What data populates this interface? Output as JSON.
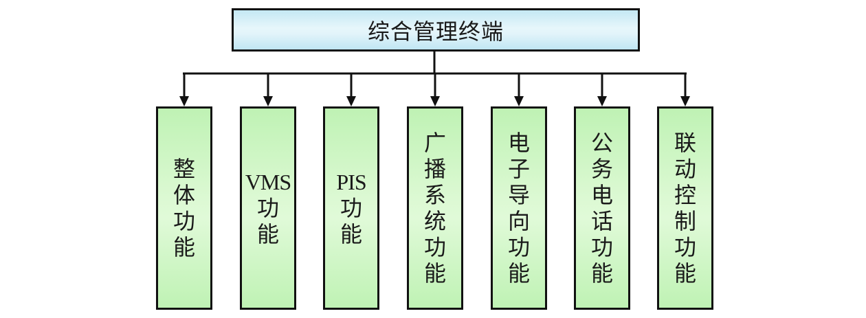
{
  "diagram": {
    "root": {
      "label": "综合管理终端"
    },
    "children": [
      {
        "id": "overall",
        "latin": "",
        "chars": [
          "整",
          "体",
          "功",
          "能"
        ]
      },
      {
        "id": "vms",
        "latin": "VMS",
        "chars": [
          "功",
          "能"
        ]
      },
      {
        "id": "pis",
        "latin": "PIS",
        "chars": [
          "功",
          "能"
        ]
      },
      {
        "id": "broadcast",
        "latin": "",
        "chars": [
          "广",
          "播",
          "系",
          "统",
          "功",
          "能"
        ]
      },
      {
        "id": "e-guide",
        "latin": "",
        "chars": [
          "电",
          "子",
          "导",
          "向",
          "功",
          "能"
        ]
      },
      {
        "id": "office-phone",
        "latin": "",
        "chars": [
          "公",
          "务",
          "电",
          "话",
          "功",
          "能"
        ]
      },
      {
        "id": "linkage-control",
        "latin": "",
        "chars": [
          "联",
          "动",
          "控",
          "制",
          "功",
          "能"
        ]
      }
    ],
    "edges": [
      {
        "from": "root",
        "to": "overall"
      },
      {
        "from": "root",
        "to": "vms"
      },
      {
        "from": "root",
        "to": "pis"
      },
      {
        "from": "root",
        "to": "broadcast"
      },
      {
        "from": "root",
        "to": "e-guide"
      },
      {
        "from": "root",
        "to": "office-phone"
      },
      {
        "from": "root",
        "to": "linkage-control"
      }
    ],
    "colors": {
      "root_fill": "#dff3fa",
      "child_fill": "#c8f5bd",
      "stroke": "#111111"
    }
  }
}
